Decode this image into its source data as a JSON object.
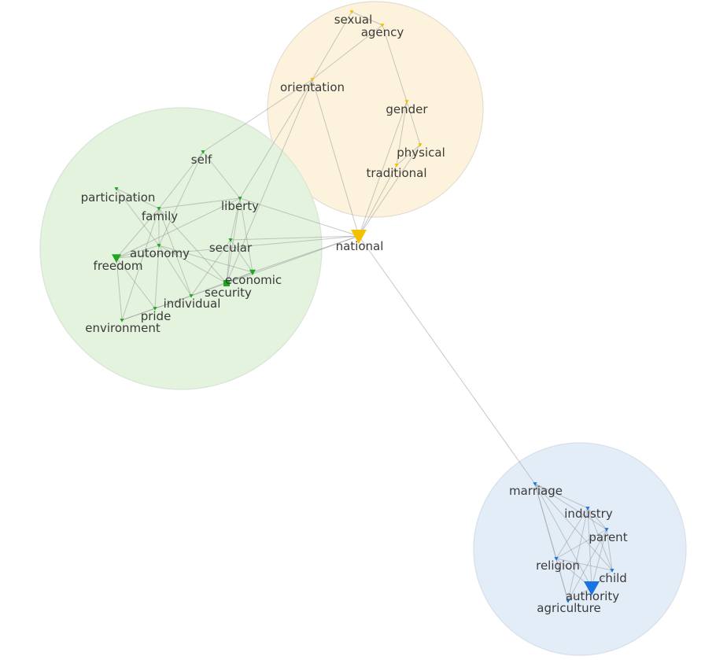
{
  "communities": [
    {
      "id": "yellow",
      "color": "#fdf3dc",
      "stroke": "#e2ddd3"
    },
    {
      "id": "green",
      "color": "#e3f3de",
      "stroke": "#d8e4d5"
    },
    {
      "id": "blue",
      "color": "#e3edf8",
      "stroke": "#d7dfe8"
    }
  ],
  "community_colors": {
    "yellow": "#f5c000",
    "green": "#1fa81f",
    "blue": "#1874e0"
  },
  "nodes": [
    {
      "id": "sexual",
      "label": "sexual",
      "community": "yellow",
      "marker": "small"
    },
    {
      "id": "agency",
      "label": "agency",
      "community": "yellow",
      "marker": "small"
    },
    {
      "id": "orientation",
      "label": "orientation",
      "community": "yellow",
      "marker": "small"
    },
    {
      "id": "gender",
      "label": "gender",
      "community": "yellow",
      "marker": "small"
    },
    {
      "id": "physical",
      "label": "physical",
      "community": "yellow",
      "marker": "small"
    },
    {
      "id": "traditional",
      "label": "traditional",
      "community": "yellow",
      "marker": "small"
    },
    {
      "id": "national",
      "label": "national",
      "community": "yellow",
      "marker": "triangle-large"
    },
    {
      "id": "self",
      "label": "self",
      "community": "green",
      "marker": "small"
    },
    {
      "id": "participation",
      "label": "participation",
      "community": "green",
      "marker": "small"
    },
    {
      "id": "family",
      "label": "family",
      "community": "green",
      "marker": "small"
    },
    {
      "id": "liberty",
      "label": "liberty",
      "community": "green",
      "marker": "small"
    },
    {
      "id": "autonomy",
      "label": "autonomy",
      "community": "green",
      "marker": "small"
    },
    {
      "id": "freedom",
      "label": "freedom",
      "community": "green",
      "marker": "triangle"
    },
    {
      "id": "secular",
      "label": "secular",
      "community": "green",
      "marker": "small"
    },
    {
      "id": "economic",
      "label": "economic",
      "community": "green",
      "marker": "square"
    },
    {
      "id": "security",
      "label": "security",
      "community": "green",
      "marker": "triangle-small"
    },
    {
      "id": "individual",
      "label": "individual",
      "community": "green",
      "marker": "small"
    },
    {
      "id": "pride",
      "label": "pride",
      "community": "green",
      "marker": "small"
    },
    {
      "id": "environment",
      "label": "environment",
      "community": "green",
      "marker": "small"
    },
    {
      "id": "marriage",
      "label": "marriage",
      "community": "blue",
      "marker": "small"
    },
    {
      "id": "industry",
      "label": "industry",
      "community": "blue",
      "marker": "small"
    },
    {
      "id": "parent",
      "label": "parent",
      "community": "blue",
      "marker": "small"
    },
    {
      "id": "religion",
      "label": "religion",
      "community": "blue",
      "marker": "small"
    },
    {
      "id": "child",
      "label": "child",
      "community": "blue",
      "marker": "small"
    },
    {
      "id": "authority",
      "label": "authority",
      "community": "blue",
      "marker": "triangle-large"
    },
    {
      "id": "agriculture",
      "label": "agriculture",
      "community": "blue",
      "marker": "small"
    }
  ],
  "edges": [
    [
      "sexual",
      "agency"
    ],
    [
      "sexual",
      "orientation"
    ],
    [
      "agency",
      "orientation"
    ],
    [
      "agency",
      "gender"
    ],
    [
      "gender",
      "physical"
    ],
    [
      "gender",
      "traditional"
    ],
    [
      "gender",
      "national"
    ],
    [
      "physical",
      "traditional"
    ],
    [
      "physical",
      "national"
    ],
    [
      "traditional",
      "national"
    ],
    [
      "orientation",
      "national"
    ],
    [
      "orientation",
      "liberty"
    ],
    [
      "orientation",
      "self"
    ],
    [
      "orientation",
      "economic"
    ],
    [
      "self",
      "family"
    ],
    [
      "self",
      "liberty"
    ],
    [
      "self",
      "autonomy"
    ],
    [
      "participation",
      "family"
    ],
    [
      "participation",
      "autonomy"
    ],
    [
      "family",
      "autonomy"
    ],
    [
      "family",
      "freedom"
    ],
    [
      "family",
      "individual"
    ],
    [
      "family",
      "liberty"
    ],
    [
      "family",
      "economic"
    ],
    [
      "family",
      "environment"
    ],
    [
      "liberty",
      "secular"
    ],
    [
      "liberty",
      "economic"
    ],
    [
      "liberty",
      "security"
    ],
    [
      "liberty",
      "freedom"
    ],
    [
      "liberty",
      "national"
    ],
    [
      "autonomy",
      "freedom"
    ],
    [
      "autonomy",
      "individual"
    ],
    [
      "autonomy",
      "pride"
    ],
    [
      "autonomy",
      "economic"
    ],
    [
      "autonomy",
      "security"
    ],
    [
      "freedom",
      "environment"
    ],
    [
      "freedom",
      "pride"
    ],
    [
      "freedom",
      "national"
    ],
    [
      "secular",
      "economic"
    ],
    [
      "secular",
      "security"
    ],
    [
      "secular",
      "individual"
    ],
    [
      "secular",
      "national"
    ],
    [
      "economic",
      "security"
    ],
    [
      "economic",
      "national"
    ],
    [
      "economic",
      "individual"
    ],
    [
      "security",
      "national"
    ],
    [
      "individual",
      "pride"
    ],
    [
      "individual",
      "environment"
    ],
    [
      "pride",
      "environment"
    ],
    [
      "individual",
      "security"
    ],
    [
      "national",
      "marriage"
    ],
    [
      "marriage",
      "industry"
    ],
    [
      "marriage",
      "parent"
    ],
    [
      "marriage",
      "religion"
    ],
    [
      "marriage",
      "child"
    ],
    [
      "marriage",
      "authority"
    ],
    [
      "marriage",
      "agriculture"
    ],
    [
      "industry",
      "parent"
    ],
    [
      "industry",
      "religion"
    ],
    [
      "industry",
      "child"
    ],
    [
      "industry",
      "authority"
    ],
    [
      "industry",
      "agriculture"
    ],
    [
      "parent",
      "religion"
    ],
    [
      "parent",
      "child"
    ],
    [
      "parent",
      "authority"
    ],
    [
      "religion",
      "child"
    ],
    [
      "religion",
      "authority"
    ],
    [
      "religion",
      "agriculture"
    ],
    [
      "child",
      "authority"
    ],
    [
      "authority",
      "agriculture"
    ],
    [
      "parent",
      "agriculture"
    ]
  ]
}
